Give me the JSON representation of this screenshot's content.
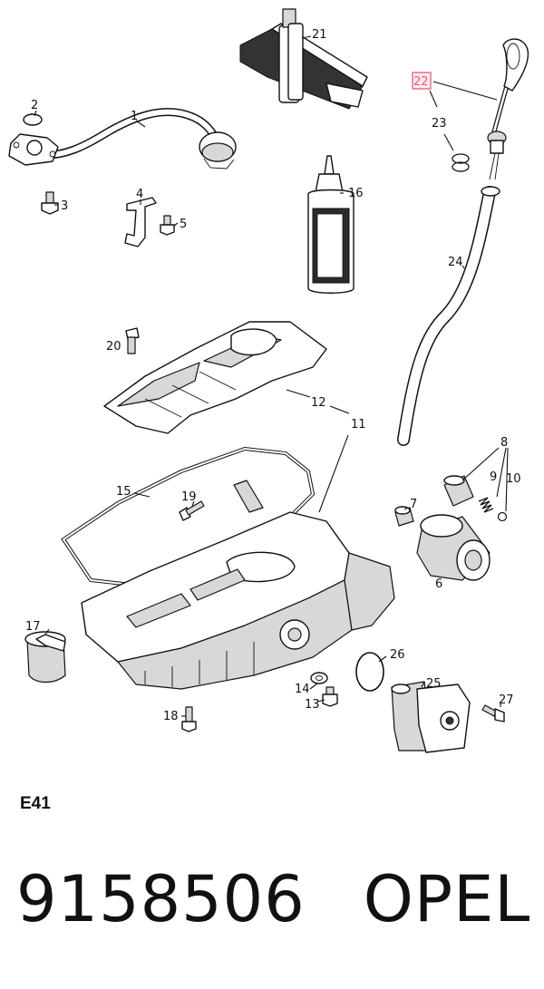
{
  "figure_code": "E41",
  "part_number": "9158506",
  "brand": "OPEL",
  "highlighted_callout": "22",
  "colors": {
    "highlight": "#e0607a",
    "highlight_fill": "#fde9ee"
  },
  "callouts": {
    "c1": "1",
    "c2": "2",
    "c3": "3",
    "c4": "4",
    "c5": "5",
    "c6": "6",
    "c7": "7",
    "c8": "8",
    "c9": "9",
    "c10": "10",
    "c11": "11",
    "c12": "12",
    "c13": "13",
    "c14": "14",
    "c15": "15",
    "c16": "16",
    "c17": "17",
    "c18": "18",
    "c19": "19",
    "c20": "20",
    "c21": "21",
    "c22": "22",
    "c23": "23",
    "c24": "24",
    "c25": "25",
    "c26": "26",
    "c27": "27"
  }
}
